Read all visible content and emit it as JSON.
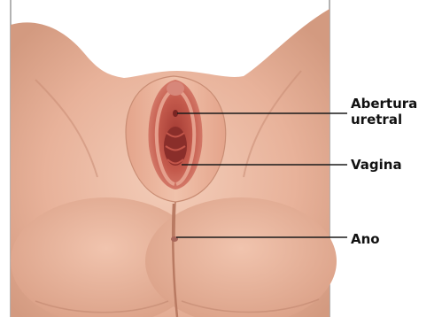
{
  "diagram": {
    "labels": {
      "urethral_opening_line1": "Abertura",
      "urethral_opening_line2": "uretral",
      "vagina": "Vagina",
      "anus": "Ano"
    },
    "colors": {
      "skin": "#e9b49c",
      "skin_light": "#f1c7b3",
      "skin_shadow": "#c98d74",
      "mucosa": "#c4564a",
      "mucosa_dark": "#8a2e2a",
      "frame": "#9a9a9a",
      "leader": "#1a1a1a"
    }
  }
}
